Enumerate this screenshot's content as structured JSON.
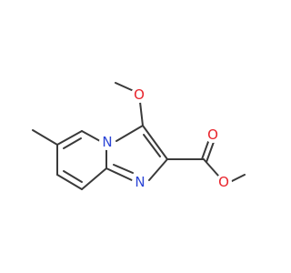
{
  "molecule": {
    "atoms": {
      "methoxy_oxygen": {
        "symbol": "O",
        "color": "#e8232b"
      },
      "ring_nitrogen": {
        "symbol": "N",
        "color": "#2b45d6"
      },
      "imine_nitrogen": {
        "symbol": "N",
        "color": "#2b45d6"
      },
      "carbonyl_oxygen": {
        "symbol": "O",
        "color": "#e8232b"
      },
      "ester_oxygen": {
        "symbol": "O",
        "color": "#e8232b"
      }
    },
    "bond_color": "#3a3a3a"
  }
}
